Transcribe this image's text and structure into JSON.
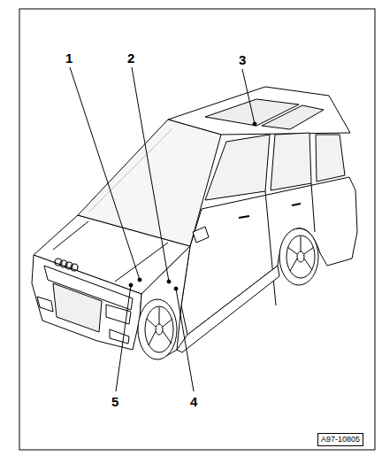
{
  "diagram": {
    "labels": [
      "1",
      "2",
      "3",
      "4",
      "5",
      "A97-10805"
    ]
  }
}
